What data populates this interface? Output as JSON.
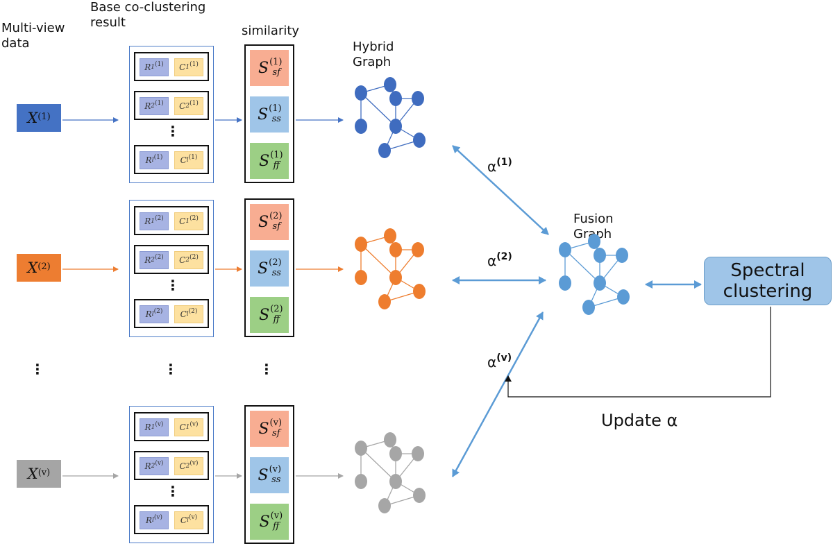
{
  "headers": {
    "multiview": "Multi-view\ndata",
    "base": "Base co-clustering\nresult",
    "similarity": "similarity",
    "hybrid": "Hybrid\nGraph",
    "fusion": "Fusion\nGraph"
  },
  "views": [
    {
      "sup": "(1)",
      "color": "#4472c4",
      "node_color": "#3f6cbf"
    },
    {
      "sup": "(2)",
      "color": "#ed7d31",
      "node_color": "#ee7d2e"
    },
    {
      "sup": "(v)",
      "color": "#a5a5a5",
      "node_color": "#a6a6a6"
    }
  ],
  "x_symbol": "X",
  "r_symbol": "R",
  "c_symbol": "C",
  "s_symbol": "S",
  "row_subs": [
    "1",
    "2",
    "l"
  ],
  "sim_subs": [
    "sf",
    "ss",
    "ff"
  ],
  "sim_colors": [
    "#f8ad92",
    "#9fc5e8",
    "#9ccf85"
  ],
  "alphas": [
    {
      "symbol": "α",
      "sup": "(1)"
    },
    {
      "symbol": "α",
      "sup": "(2)"
    },
    {
      "symbol": "α",
      "sup": "(v)"
    }
  ],
  "spectral_label": "Spectral\nclustering",
  "update_label": "Update α",
  "fusion_node_color": "#5b9bd5",
  "arrow_color": "#5b9bd5"
}
